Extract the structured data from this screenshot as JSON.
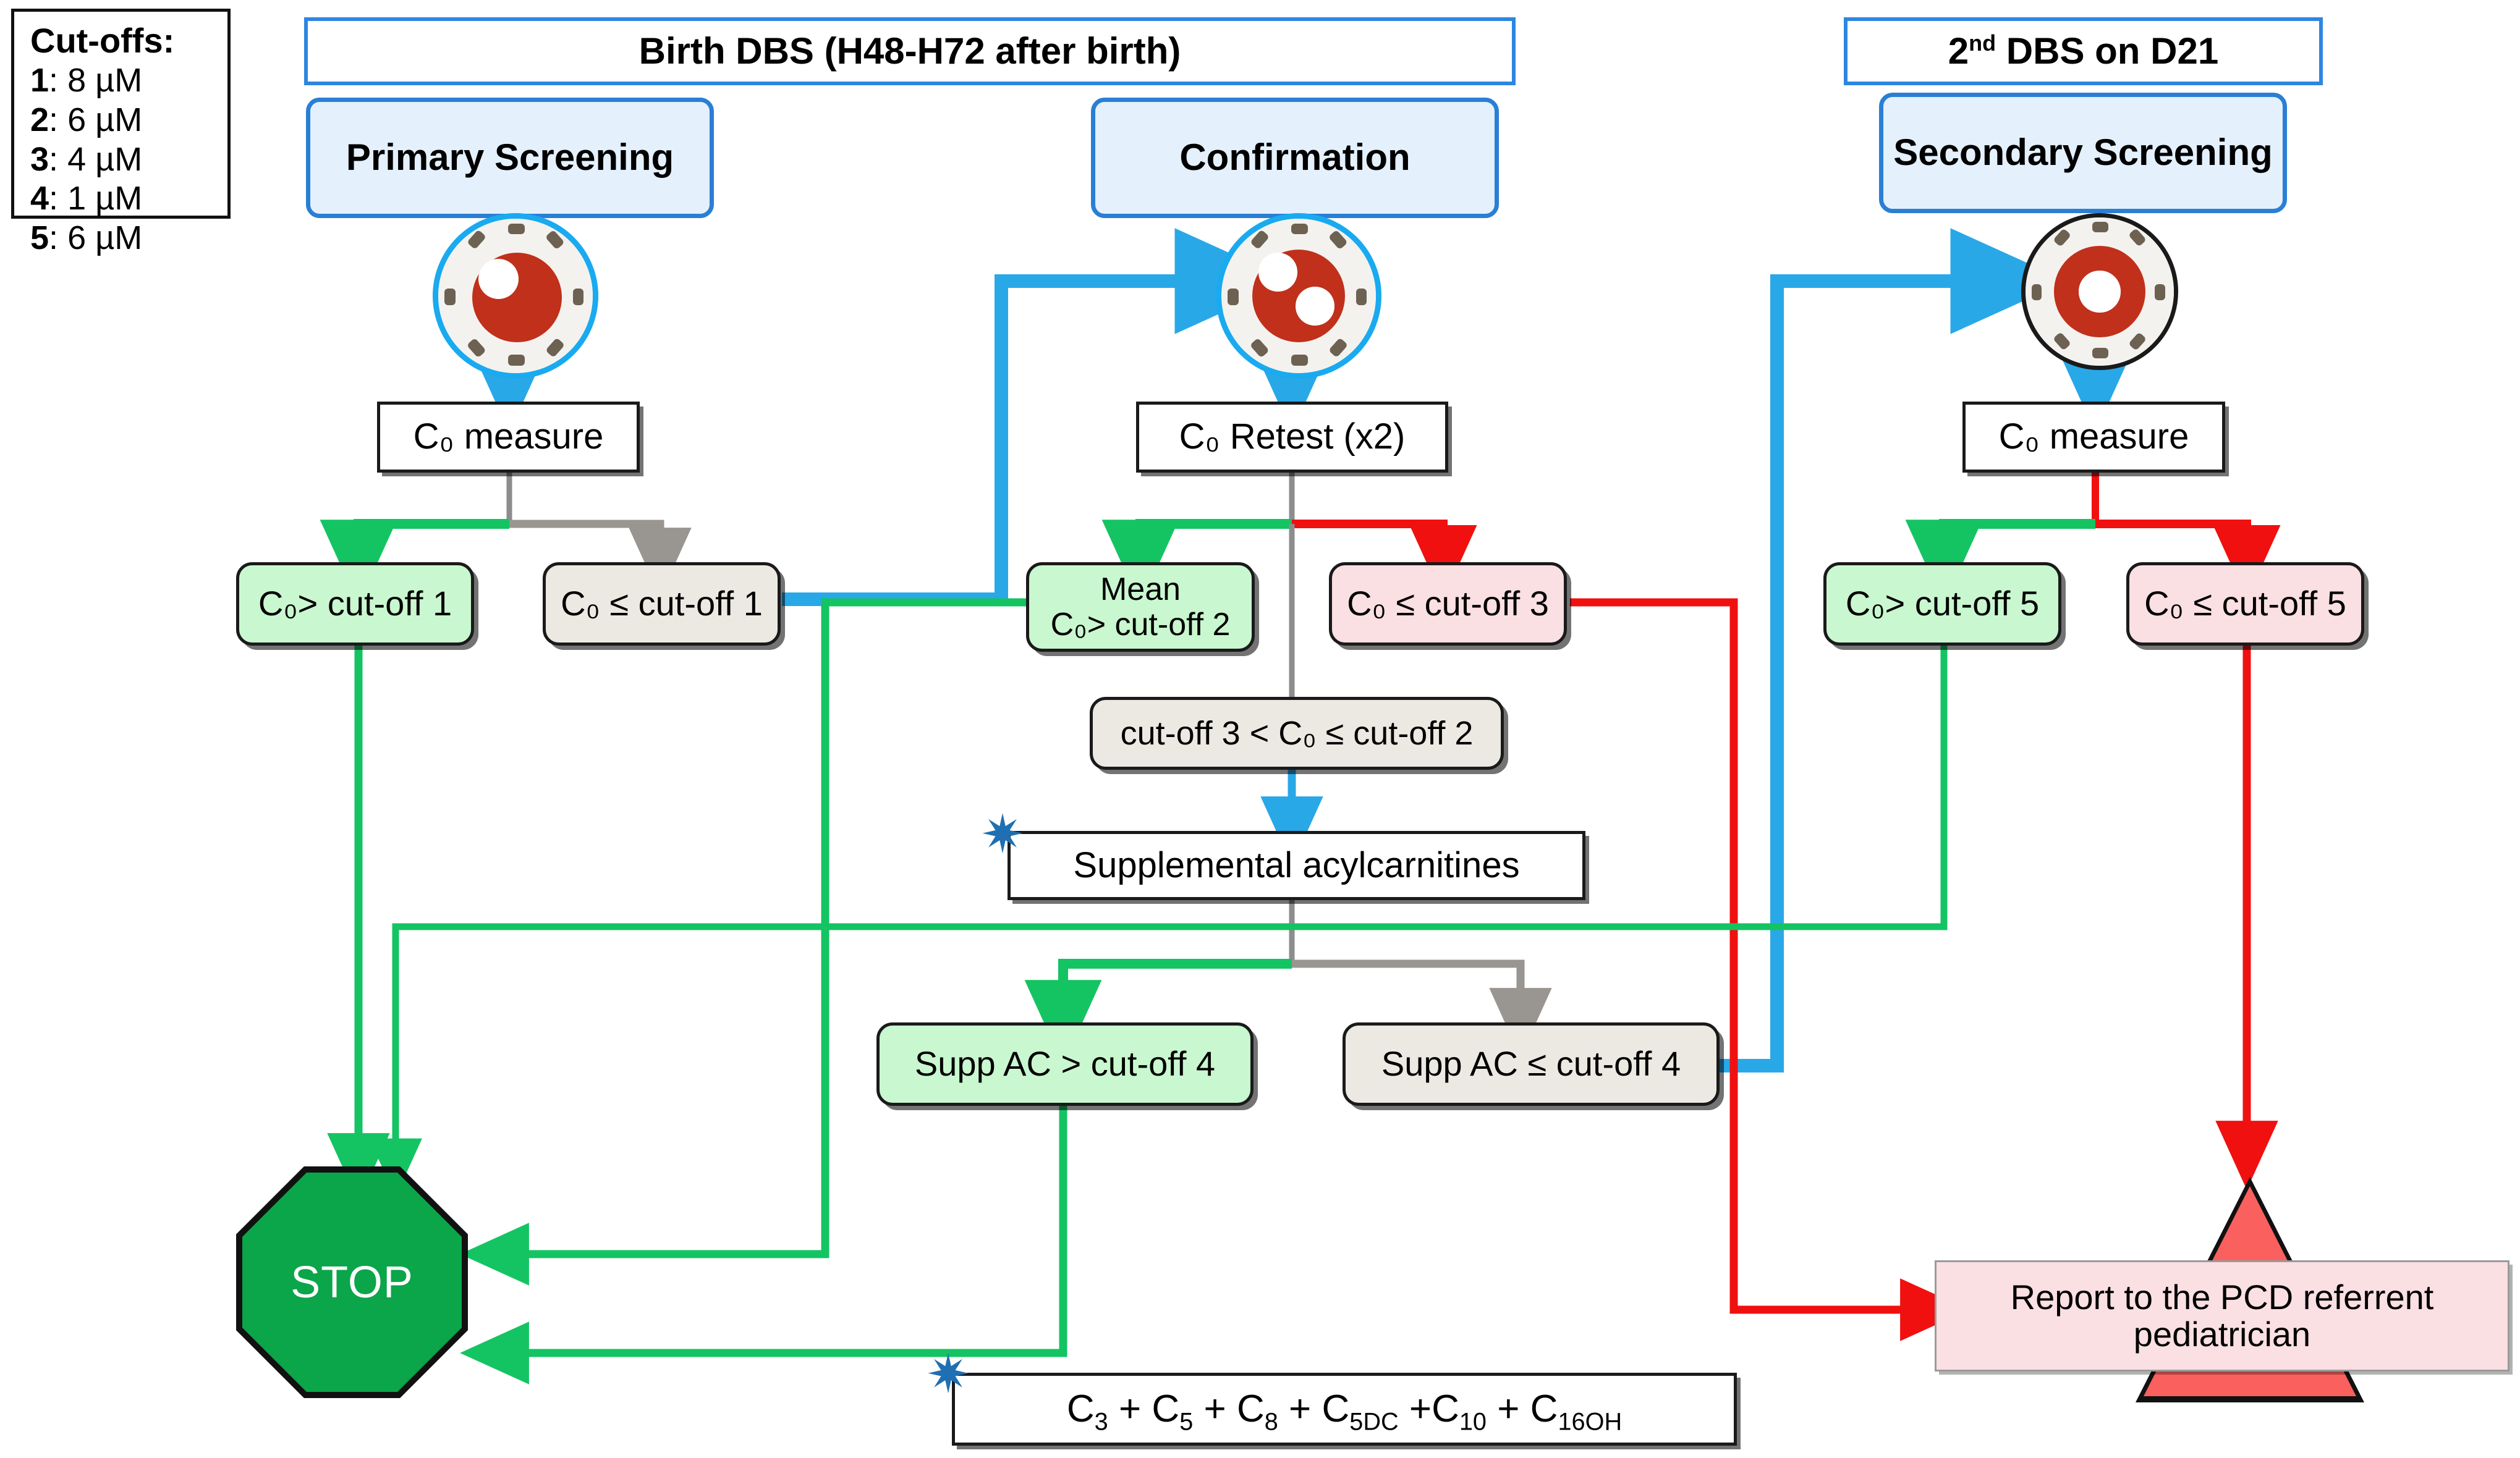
{
  "legend": {
    "title": "Cut-offs:",
    "items": [
      {
        "id": "1",
        "value": "8 µM"
      },
      {
        "id": "2",
        "value": "6 µM"
      },
      {
        "id": "3",
        "value": "4 µM"
      },
      {
        "id": "4",
        "value": "1 µM"
      },
      {
        "id": "5",
        "value": "6 µM"
      }
    ]
  },
  "banners": {
    "birth": "Birth DBS (H48-H72 after birth)",
    "second_prefix": "2",
    "second_sup": "nd",
    "second_rest": " DBS on D21"
  },
  "phases": {
    "primary": "Primary Screening",
    "confirmation": "Confirmation",
    "secondary": "Secondary Screening"
  },
  "nodes": {
    "c0_measure_left": "C₀ measure",
    "c0_retest": "C₀ Retest (x2)",
    "c0_measure_right": "C₀ measure",
    "gt_cut1": "C₀> cut-off 1",
    "le_cut1": "C₀ ≤ cut-off 1",
    "mean_gt_cut2_l1": "Mean",
    "mean_gt_cut2_l2": "C₀> cut-off 2",
    "le_cut3": "C₀ ≤ cut-off 3",
    "gt_cut5": "C₀> cut-off 5",
    "le_cut5": "C₀ ≤ cut-off 5",
    "between_cut3_cut2": "cut-off 3 < C₀ ≤ cut-off 2",
    "supplemental": "Supplemental acylcarnitines",
    "supp_gt_cut4": "Supp AC > cut-off 4",
    "supp_le_cut4": "Supp AC ≤ cut-off 4",
    "stop": "STOP",
    "report_l1": "Report to the PCD referrent",
    "report_l2": "pediatrician",
    "formula": "C₃ + C₅ + C₈ + C₅DC +C₁₀ + C₁₆OH"
  },
  "formula_parts": [
    {
      "base": "C",
      "sub": "3",
      "op": " + "
    },
    {
      "base": "C",
      "sub": "5",
      "op": " + "
    },
    {
      "base": "C",
      "sub": "8",
      "op": " + "
    },
    {
      "base": "C",
      "sub": "5DC",
      "op": " +"
    },
    {
      "base": "C",
      "sub": "10",
      "op": " + "
    },
    {
      "base": "C",
      "sub": "16OH",
      "op": ""
    }
  ],
  "icons": {
    "dbs_primary": "dbs-card-one-punch-icon",
    "dbs_confirmation": "dbs-card-two-punch-icon",
    "dbs_secondary": "dbs-card-center-punch-icon",
    "marker": "blue-star-marker-icon"
  },
  "colors": {
    "green_flow": "#14c462",
    "red_flow": "#f01010",
    "blue_flow": "#29a8e8",
    "grey_flow": "#999591",
    "stop_fill": "#0ba54a",
    "triangle_fill": "#f9605e",
    "phase_fill": "#e4f0fb",
    "phase_border": "#2a7fd4",
    "green_box": "#c9f7cf",
    "grey_box": "#ece9e2",
    "pink_box": "#fadfe3"
  }
}
